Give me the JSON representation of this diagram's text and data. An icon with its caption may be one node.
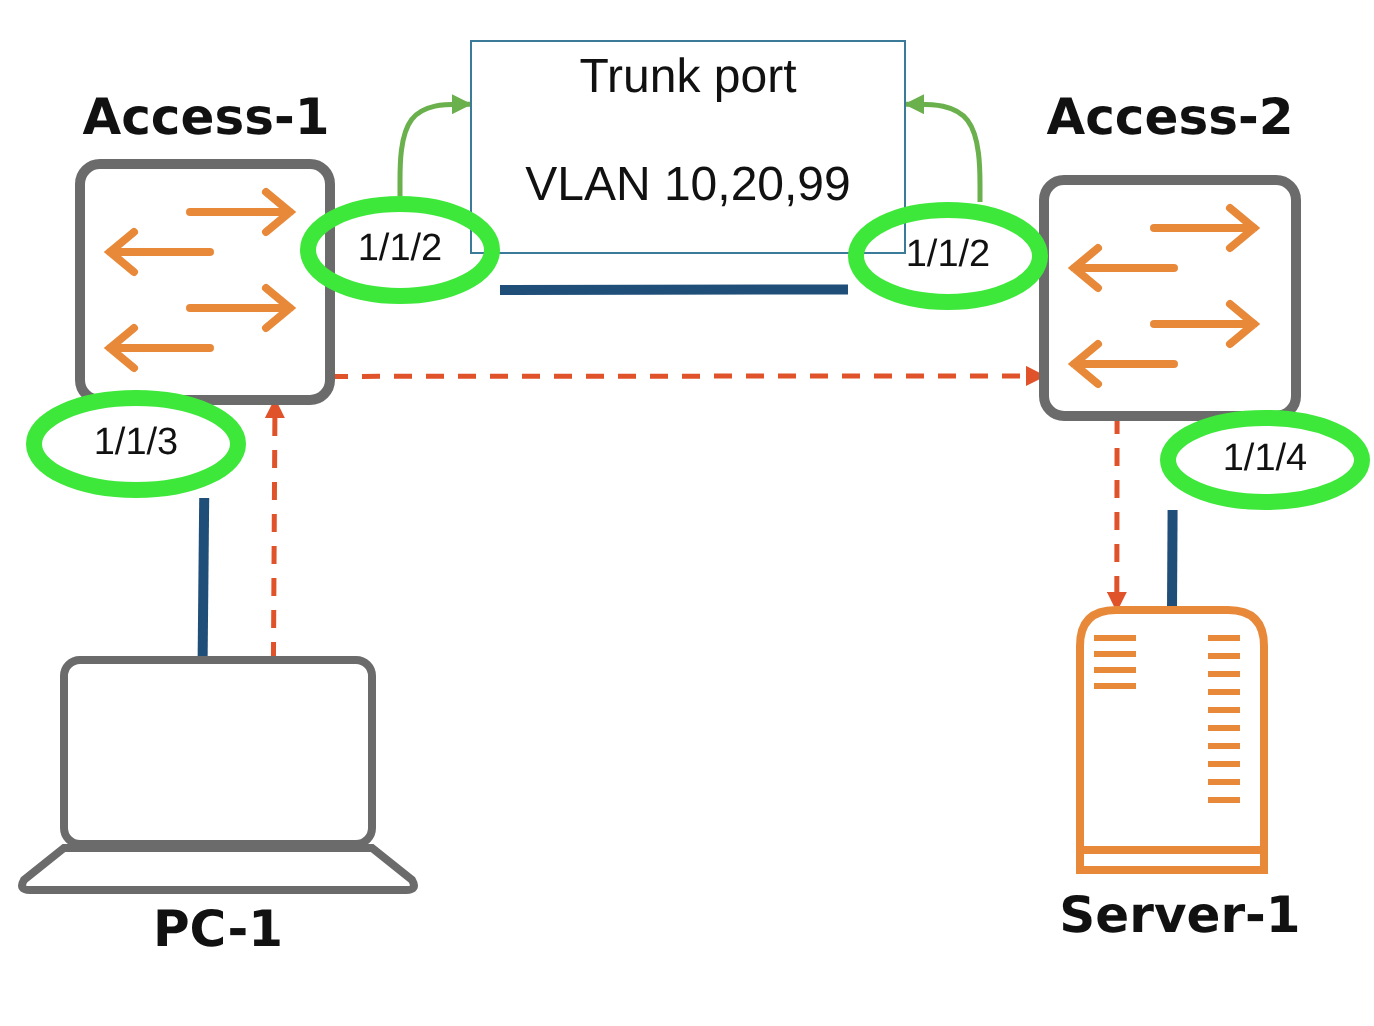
{
  "diagram": {
    "nodes": [
      {
        "text": [
          "Access-1"
        ]
      },
      {
        "text": [
          "Access-2"
        ]
      },
      {
        "text": [
          "Trunk port",
          "VLAN 10,20,99"
        ]
      },
      {
        "text": [
          "PC-1"
        ]
      },
      {
        "text": [
          "Server-1"
        ]
      },
      {
        "text": [
          "1/1/2"
        ]
      },
      {
        "text": [
          "1/1/2"
        ]
      },
      {
        "text": [
          "1/1/3"
        ]
      },
      {
        "text": [
          "1/1/4"
        ]
      }
    ],
    "edges": [
      {
        "from": 5,
        "to": 6,
        "arrow": "none",
        "style": "thick"
      },
      {
        "from": 7,
        "to": 3,
        "arrow": "none",
        "style": "thick"
      },
      {
        "from": 8,
        "to": 4,
        "arrow": "none",
        "style": "thick"
      },
      {
        "from": 5,
        "to": 2,
        "arrow": "to",
        "color": "#6ab04c"
      },
      {
        "from": 6,
        "to": 2,
        "arrow": "to",
        "color": "#6ab04c"
      },
      {
        "from": 0,
        "to": 1,
        "arrow": "to",
        "style": "dashed",
        "color": "#e0522a"
      },
      {
        "from": 3,
        "to": 0,
        "arrow": "to",
        "style": "dashed",
        "color": "#e0522a"
      },
      {
        "from": 1,
        "to": 4,
        "arrow": "to",
        "style": "dashed",
        "color": "#e0522a"
      }
    ]
  }
}
